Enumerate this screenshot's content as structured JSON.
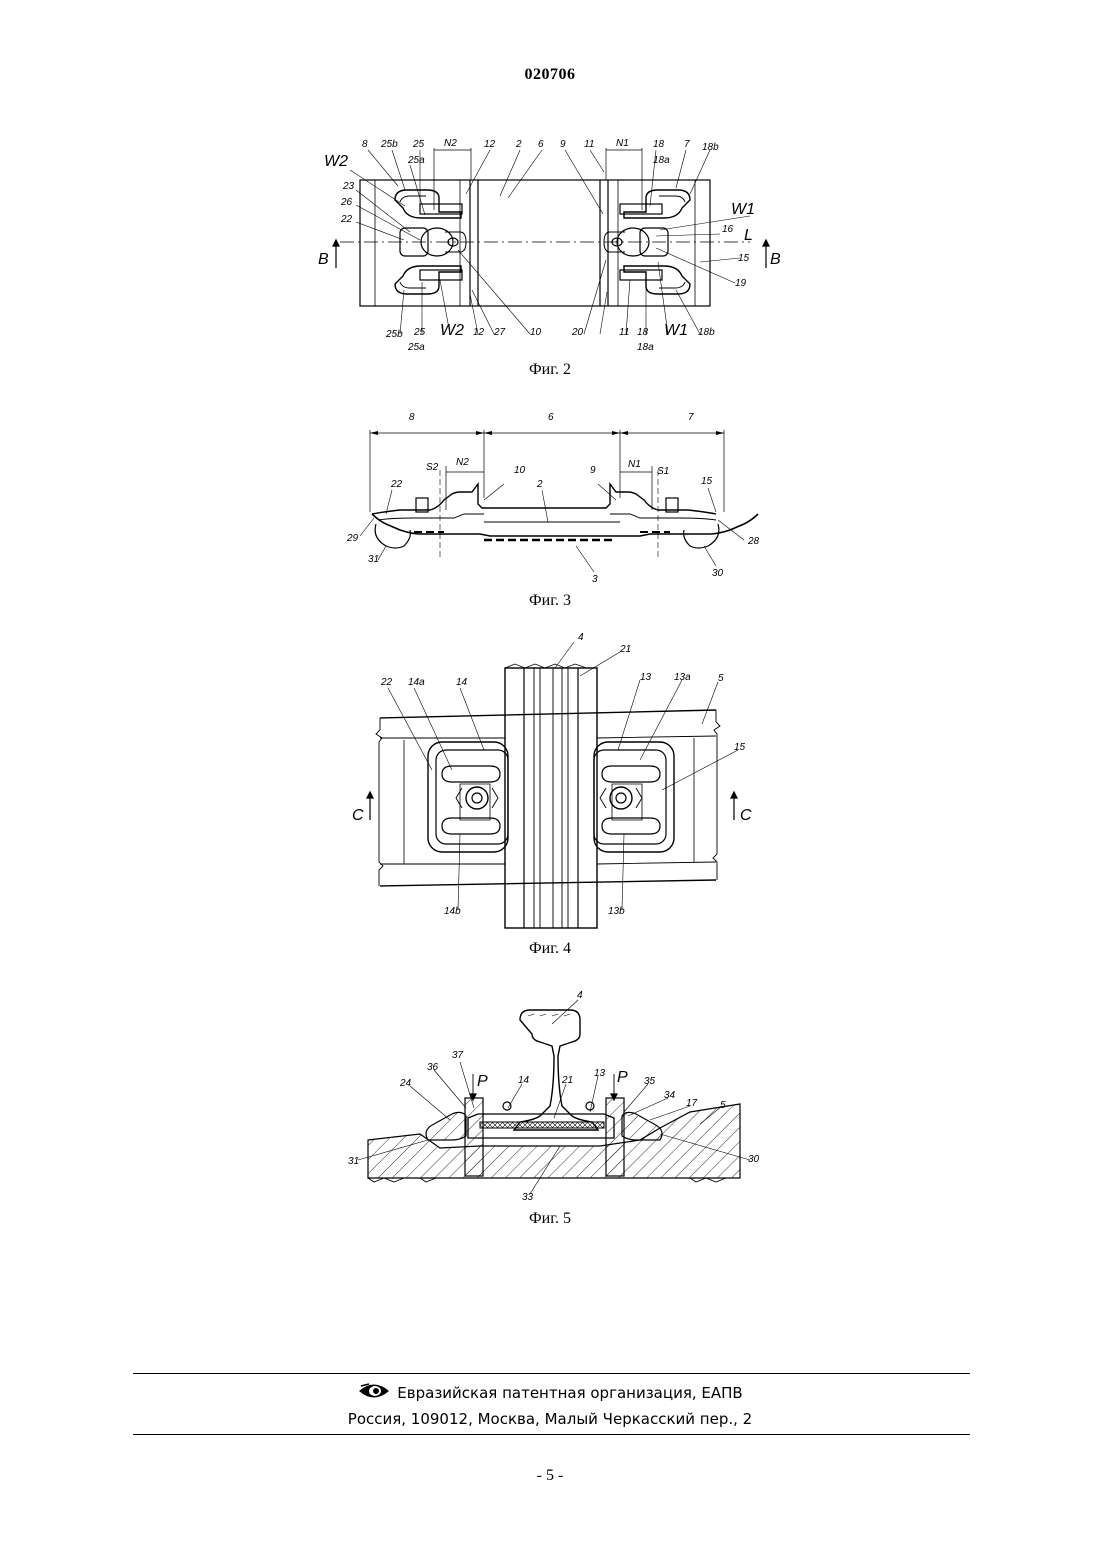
{
  "document": {
    "patent_number": "020706",
    "page_number": "- 5 -"
  },
  "figures": [
    {
      "caption": "Фиг. 2",
      "labels": {
        "l8": "8",
        "l25b": "25b",
        "l25": "25",
        "l25a": "25a",
        "lN2": "N2",
        "l12": "12",
        "l2": "2",
        "l6": "6",
        "l9": "9",
        "l11": "11",
        "lN1": "N1",
        "l18": "18",
        "l18a": "18a",
        "l7": "7",
        "l18b": "18b",
        "lW2": "W2",
        "l23": "23",
        "l26": "26",
        "l22": "22",
        "lB": "B",
        "lW1": "W1",
        "l16": "16",
        "lL": "L",
        "l15": "15",
        "l19": "19",
        "l27": "27",
        "l10": "10",
        "l20": "20"
      }
    },
    {
      "caption": "Фиг. 3",
      "labels": {
        "l8": "8",
        "l6": "6",
        "l7": "7",
        "lS2": "S2",
        "lN2": "N2",
        "l10": "10",
        "l9": "9",
        "lN1": "N1",
        "lS1": "S1",
        "l22": "22",
        "l2": "2",
        "l15": "15",
        "l29": "29",
        "l28": "28",
        "l31": "31",
        "l3": "3",
        "l30": "30"
      }
    },
    {
      "caption": "Фиг. 4",
      "labels": {
        "l4": "4",
        "l21": "21",
        "l22": "22",
        "l14a": "14a",
        "l14": "14",
        "l13": "13",
        "l13a": "13a",
        "l5": "5",
        "l15": "15",
        "lC": "C",
        "l14b": "14b",
        "l13b": "13b"
      }
    },
    {
      "caption": "Фиг. 5",
      "labels": {
        "l4": "4",
        "l24": "24",
        "l36": "36",
        "l37": "37",
        "lP": "P",
        "l14": "14",
        "l21": "21",
        "l13": "13",
        "l35": "35",
        "l34": "34",
        "l17": "17",
        "l5": "5",
        "l31": "31",
        "l33": "33",
        "l30": "30"
      }
    }
  ],
  "footer": {
    "organization": "Евразийская патентная организация, ЕАПВ",
    "address": "Россия, 109012, Москва, Малый Черкасский пер., 2"
  }
}
